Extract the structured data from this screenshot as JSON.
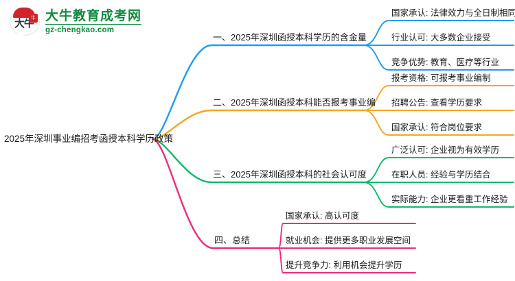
{
  "logo": {
    "badge_text": "大牛",
    "seal_text": "牛",
    "name_cn": "大牛教育成考网",
    "name_en": "gz-chengkao.com",
    "brand_color": "#0e8a3e",
    "badge_color": "#d2232a"
  },
  "mindmap": {
    "root": "2025年深圳事业编招考函授本科学历政策",
    "branches": [
      {
        "label": "一、2025年深圳函授本科学历的含金量",
        "color": "#1e9bf0",
        "children": [
          "国家承认: 法律效力与全日制相同",
          "行业认可: 大多数企业接受",
          "竞争优势: 教育、医疗等行业"
        ]
      },
      {
        "label": "二、2025年深圳函授本科能否报考事业编",
        "color": "#f5a станет"
      }
    ]
  }
}
